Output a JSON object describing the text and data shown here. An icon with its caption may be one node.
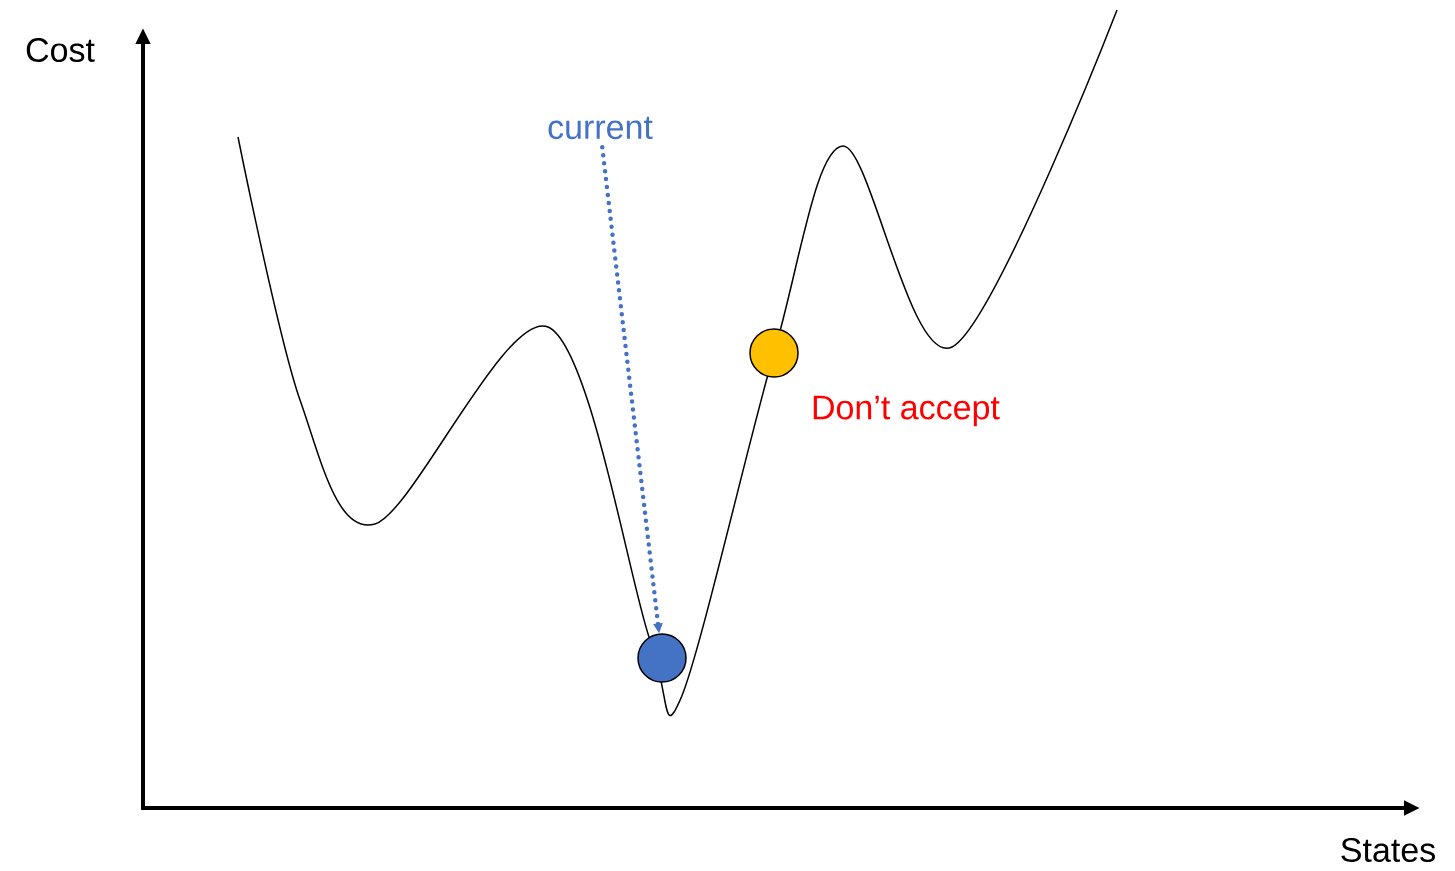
{
  "diagram": {
    "nodes": [
      {
        "text": [
          "current"
        ]
      },
      {
        "text": [],
        "shape": "circle"
      },
      {
        "text": [],
        "shape": "circle",
        "beside": [
          "Don’t accept"
        ]
      }
    ],
    "edges": [
      {
        "from": 0,
        "to": 1,
        "arrow": "to",
        "style": "dashed",
        "color": "#4472c4"
      }
    ],
    "labels": [
      "Cost",
      "States"
    ]
  }
}
